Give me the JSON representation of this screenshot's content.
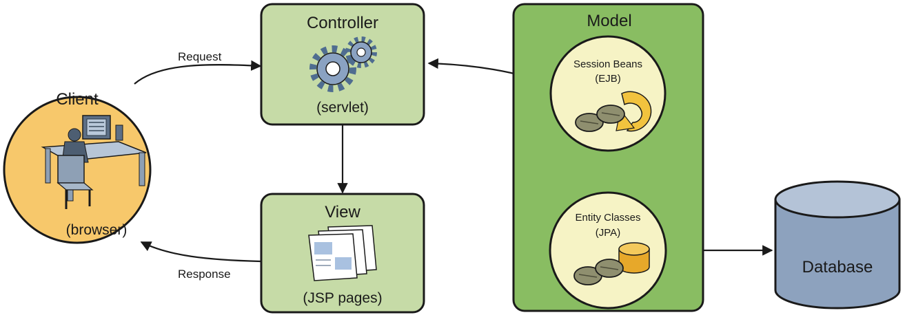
{
  "client": {
    "title": "Client",
    "subtitle": "(browser)"
  },
  "controller": {
    "title": "Controller",
    "subtitle": "(servlet)"
  },
  "view": {
    "title": "View",
    "subtitle": "(JSP pages)"
  },
  "model": {
    "title": "Model",
    "session": {
      "line1": "Session Beans",
      "line2": "(EJB)"
    },
    "entity": {
      "line1": "Entity Classes",
      "line2": "(JPA)"
    }
  },
  "database": {
    "label": "Database"
  },
  "arrows": {
    "request": "Request",
    "response": "Response"
  },
  "colors": {
    "client_fill": "#f7c86b",
    "box_fill": "#c6dba7",
    "model_fill": "#89bd62",
    "circle_fill": "#f6f3c5",
    "db_fill": "#8da2be",
    "stroke": "#1a1a1a"
  }
}
